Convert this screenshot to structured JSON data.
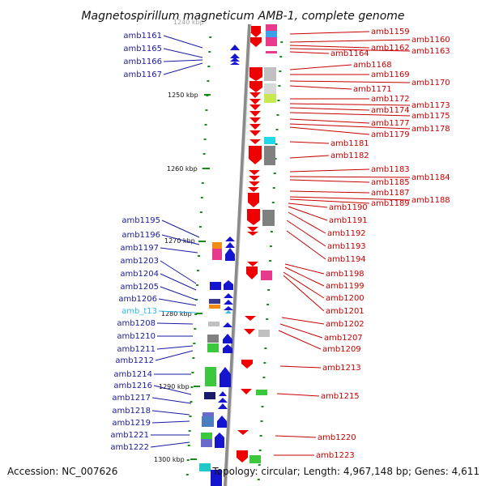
{
  "title": "Magnetospirillum magneticum AMB-1, complete genome",
  "footer": {
    "accession": "Accession: NC_007626",
    "summary": "Topology: circular; Length: 4,967,148 bp; Genes: 4,611"
  },
  "colors": {
    "axis": "#888888",
    "tick": "#1a8c1a",
    "blue": "#1a1aa0",
    "red": "#c80000",
    "cyan": "#33b8e8"
  },
  "scale": {
    "top_tick": "1240 kbp",
    "ticks": [
      "1250 kbp",
      "1260 kbp",
      "1270 kbp",
      "1280 kbp",
      "1290 kbp",
      "1300 kbp"
    ]
  },
  "left_labels": [
    {
      "text": "amb1161",
      "color": "blue"
    },
    {
      "text": "amb1165",
      "color": "blue"
    },
    {
      "text": "amb1166",
      "color": "blue"
    },
    {
      "text": "amb1167",
      "color": "blue"
    },
    {
      "text": "amb1195",
      "color": "blue"
    },
    {
      "text": "amb1196",
      "color": "blue"
    },
    {
      "text": "amb1197",
      "color": "blue"
    },
    {
      "text": "amb1203",
      "color": "blue"
    },
    {
      "text": "amb1204",
      "color": "blue"
    },
    {
      "text": "amb1205",
      "color": "blue"
    },
    {
      "text": "amb1206",
      "color": "blue"
    },
    {
      "text": "amb_t13",
      "color": "cyan"
    },
    {
      "text": "amb1208",
      "color": "blue"
    },
    {
      "text": "amb1210",
      "color": "blue"
    },
    {
      "text": "amb1211",
      "color": "blue"
    },
    {
      "text": "amb1212",
      "color": "blue"
    },
    {
      "text": "amb1214",
      "color": "blue"
    },
    {
      "text": "amb1216",
      "color": "blue"
    },
    {
      "text": "amb1217",
      "color": "blue"
    },
    {
      "text": "amb1218",
      "color": "blue"
    },
    {
      "text": "amb1219",
      "color": "blue"
    },
    {
      "text": "amb1221",
      "color": "blue"
    },
    {
      "text": "amb1222",
      "color": "blue"
    }
  ],
  "right_labels": [
    {
      "text": "amb1159",
      "color": "red"
    },
    {
      "text": "amb1160",
      "color": "red"
    },
    {
      "text": "amb1162",
      "color": "red"
    },
    {
      "text": "amb1163",
      "color": "red"
    },
    {
      "text": "amb1164",
      "color": "red"
    },
    {
      "text": "amb1168",
      "color": "red"
    },
    {
      "text": "amb1169",
      "color": "red"
    },
    {
      "text": "amb1170",
      "color": "red"
    },
    {
      "text": "amb1171",
      "color": "red"
    },
    {
      "text": "amb1172",
      "color": "red"
    },
    {
      "text": "amb1173",
      "color": "red"
    },
    {
      "text": "amb1174",
      "color": "red"
    },
    {
      "text": "amb1175",
      "color": "red"
    },
    {
      "text": "amb1177",
      "color": "red"
    },
    {
      "text": "amb1178",
      "color": "red"
    },
    {
      "text": "amb1179",
      "color": "red"
    },
    {
      "text": "amb1181",
      "color": "red"
    },
    {
      "text": "amb1182",
      "color": "red"
    },
    {
      "text": "amb1183",
      "color": "red"
    },
    {
      "text": "amb1184",
      "color": "red"
    },
    {
      "text": "amb1185",
      "color": "red"
    },
    {
      "text": "amb1187",
      "color": "red"
    },
    {
      "text": "amb1188",
      "color": "red"
    },
    {
      "text": "amb1189",
      "color": "red"
    },
    {
      "text": "amb1190",
      "color": "red"
    },
    {
      "text": "amb1191",
      "color": "red"
    },
    {
      "text": "amb1192",
      "color": "red"
    },
    {
      "text": "amb1193",
      "color": "red"
    },
    {
      "text": "amb1194",
      "color": "red"
    },
    {
      "text": "amb1198",
      "color": "red"
    },
    {
      "text": "amb1199",
      "color": "red"
    },
    {
      "text": "amb1200",
      "color": "red"
    },
    {
      "text": "amb1201",
      "color": "red"
    },
    {
      "text": "amb1202",
      "color": "red"
    },
    {
      "text": "amb1207",
      "color": "red"
    },
    {
      "text": "amb1209",
      "color": "red"
    },
    {
      "text": "amb1213",
      "color": "red"
    },
    {
      "text": "amb1215",
      "color": "red"
    },
    {
      "text": "amb1220",
      "color": "red"
    },
    {
      "text": "amb1223",
      "color": "red"
    }
  ]
}
